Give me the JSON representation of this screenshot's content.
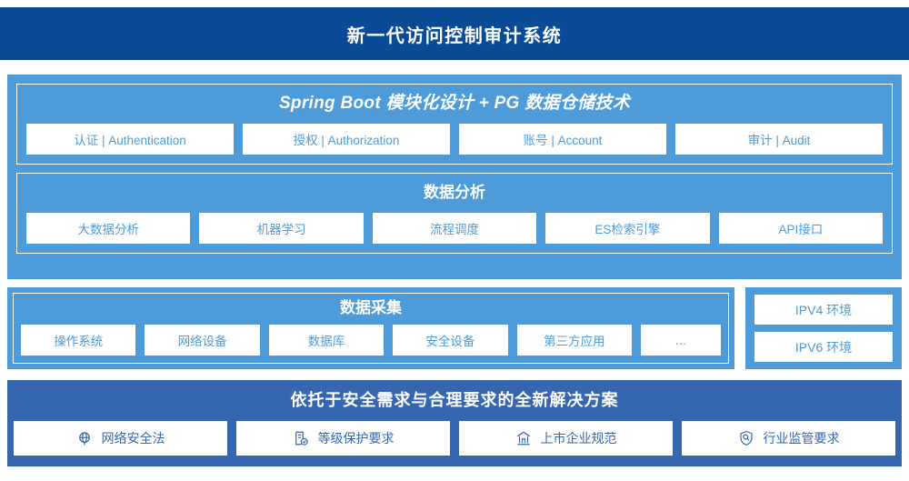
{
  "header": {
    "title": "新一代访问控制审计系统"
  },
  "sections": {
    "platform": {
      "title": "Spring Boot 模块化设计 + PG 数据仓储技术",
      "cards": [
        "认证 | Authentication",
        "授权 | Authorization",
        "账号 | Account",
        "审计 | Audit"
      ]
    },
    "analysis": {
      "title": "数据分析",
      "cards": [
        "大数据分析",
        "机器学习",
        "流程调度",
        "ES检索引擎",
        "API接口"
      ]
    },
    "collection": {
      "title": "数据采集",
      "cards": [
        "操作系统",
        "网络设备",
        "数据库",
        "安全设备",
        "第三方应用",
        "…"
      ]
    },
    "environment": {
      "items": [
        "IPV4 环境",
        "IPV6 环境"
      ]
    },
    "solution": {
      "title": "依托于安全需求与合理要求的全新解决方案",
      "cards": [
        {
          "label": "网络安全法",
          "icon": "globe-icon"
        },
        {
          "label": "等级保护要求",
          "icon": "document-check-icon"
        },
        {
          "label": "上市企业规范",
          "icon": "bank-icon"
        },
        {
          "label": "行业监管要求",
          "icon": "shield-search-icon"
        }
      ]
    }
  },
  "colors": {
    "header_bg": "#0B4A95",
    "panel_bg": "#4D9BD8",
    "solution_bg": "#3566AF",
    "card_bg": "#FFFFFF",
    "card_text": "#4D9BD8",
    "solution_card_text": "#3566AF"
  }
}
